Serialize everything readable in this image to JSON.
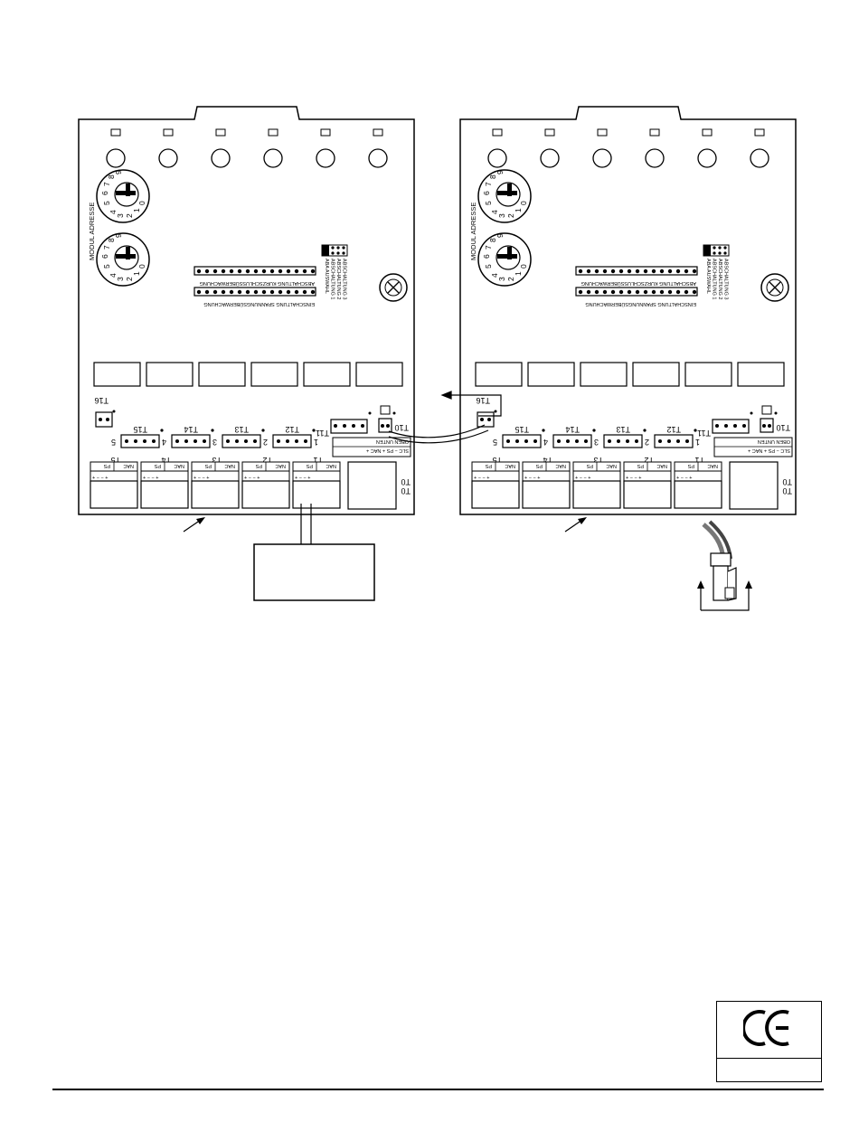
{
  "modules": [
    {
      "dial_label": "MODUL ADRESSE",
      "dial_upper_numbers": [
        "4",
        "5",
        "6",
        "7",
        "8",
        "9",
        "3",
        "2",
        "1",
        "0"
      ],
      "dial_lower_numbers": [
        "4",
        "5",
        "6",
        "7",
        "8",
        "9",
        "3",
        "2",
        "1",
        "0"
      ],
      "jumper_label_1": "ABSCHALTUNG KURZSCHLUSSÜBERWACHUNG",
      "jumper_label_2": "EINSCHALTUNG SPANNUNGSÜBERWACHUNG",
      "aba_lines": [
        "ABA AUSWAHL",
        "ABSCHALTUNG 1",
        "ABSCHALTUNG 2",
        "ABSCHALTUNG 3"
      ],
      "t16": "T16",
      "t11": "T11",
      "t10": "T10",
      "upper_terminals": [
        "T15",
        "T14",
        "T13",
        "T12"
      ],
      "channel_labels": [
        "5",
        "4",
        "3",
        "2",
        "1"
      ],
      "lower_terminals": [
        "T5",
        "T4",
        "T3",
        "T2",
        "T1"
      ],
      "oben_unten": "OBEN UNTEN",
      "slc_header": "SLC − PS + NAC +",
      "nac": "NAC",
      "ps": "PS",
      "t0": "T0",
      "plus_minus": "+ − − +"
    },
    {
      "dial_label": "MODUL ADRESSE",
      "dial_upper_numbers": [
        "4",
        "5",
        "6",
        "7",
        "8",
        "9",
        "3",
        "2",
        "1",
        "0"
      ],
      "dial_lower_numbers": [
        "4",
        "5",
        "6",
        "7",
        "8",
        "9",
        "3",
        "2",
        "1",
        "0"
      ],
      "jumper_label_1": "ABSCHALTUNG KURZSCHLUSSÜBERWACHUNG",
      "jumper_label_2": "EINSCHALTUNG SPANNUNGSÜBERWACHUNG",
      "aba_lines": [
        "ABA AUSWAHL",
        "ABSCHALTUNG 1",
        "ABSCHALTUNG 2",
        "ABSCHALTUNG 3"
      ],
      "t16": "T16",
      "t11": "T11",
      "t10": "T10",
      "upper_terminals": [
        "T15",
        "T14",
        "T13",
        "T12"
      ],
      "channel_labels": [
        "5",
        "4",
        "3",
        "2",
        "1"
      ],
      "lower_terminals": [
        "T5",
        "T4",
        "T3",
        "T2",
        "T1"
      ],
      "oben_unten": "OBEN UNTEN",
      "slc_header": "SLC − PS + NAC +",
      "nac": "NAC",
      "ps": "PS",
      "t0": "T0",
      "plus_minus": "+ − − +"
    }
  ],
  "ce_mark": "CE"
}
